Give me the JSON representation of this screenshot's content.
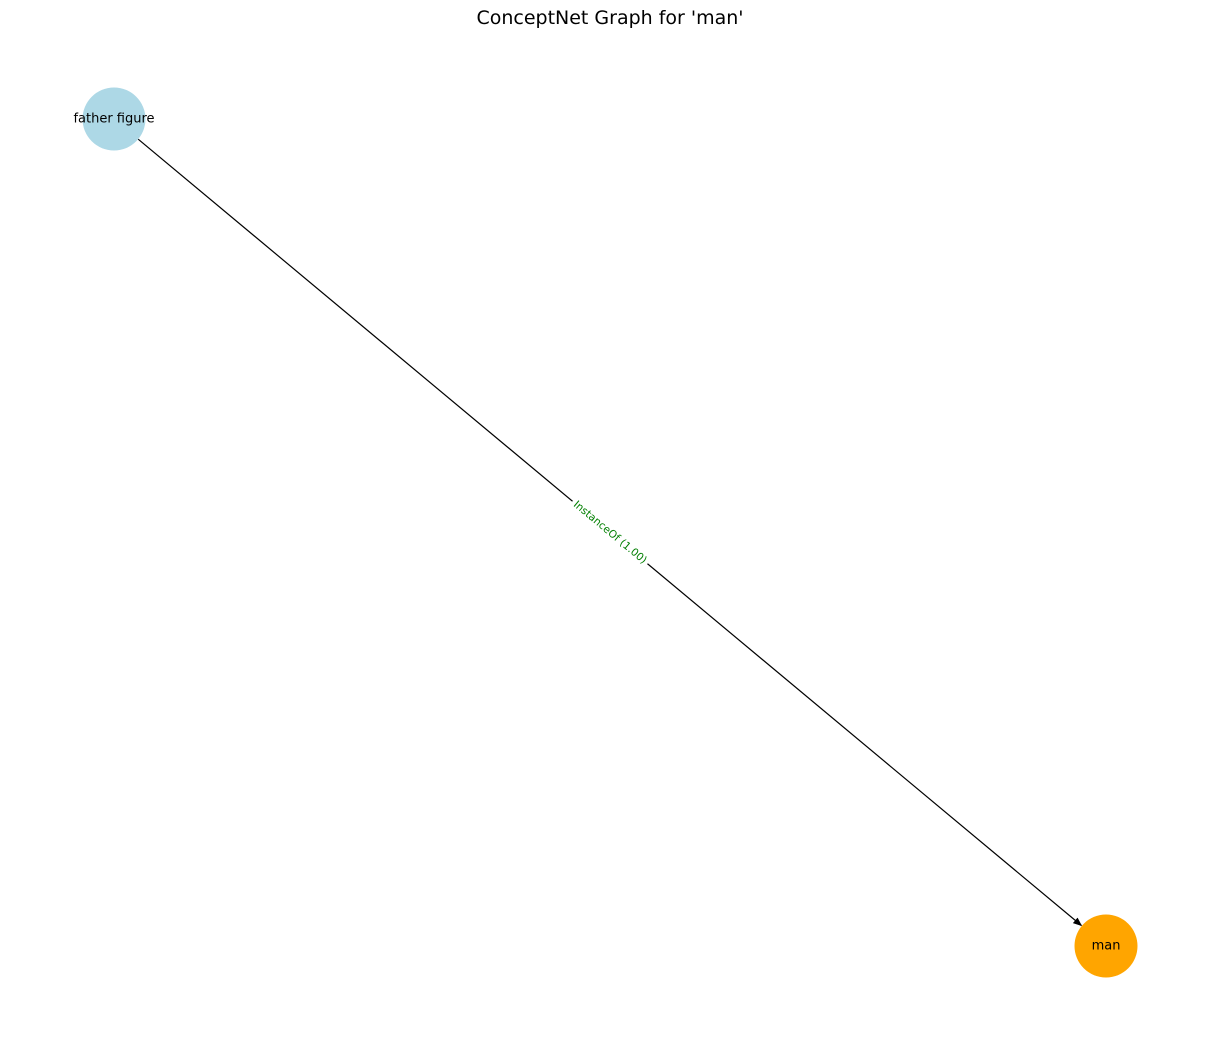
{
  "title": "ConceptNet Graph for 'man'",
  "nodes": [
    {
      "id": "father-figure",
      "label": "father figure",
      "color": "#add8e6"
    },
    {
      "id": "man",
      "label": "man",
      "color": "#ffa500"
    }
  ],
  "edges": [
    {
      "source": "father-figure",
      "target": "man",
      "label": "InstanceOf (1.00)",
      "label_color": "#007f00",
      "directed": true
    }
  ]
}
